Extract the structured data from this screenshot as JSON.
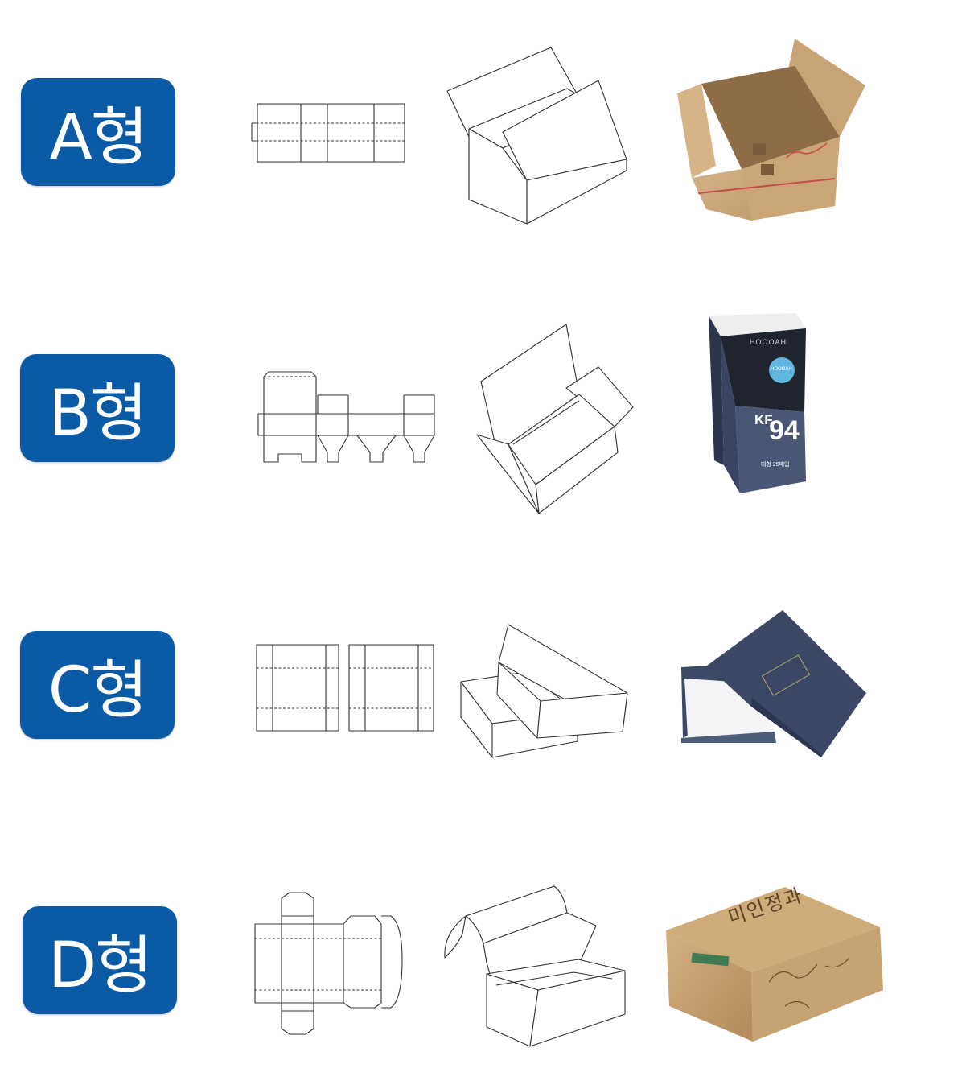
{
  "types": [
    {
      "label": "A형"
    },
    {
      "label": "B형"
    },
    {
      "label": "C형"
    },
    {
      "label": "D형"
    }
  ],
  "photos": {
    "b_brand": "HOOOAH",
    "b_logo": "HOOOAH",
    "b_kf": "KF",
    "b_num": "94",
    "b_size": "대형 25매입",
    "d_brand": "미인정과"
  },
  "colors": {
    "badge": "#0a5aa5",
    "kraft": "#c9a679",
    "navy": "#3a4866"
  }
}
